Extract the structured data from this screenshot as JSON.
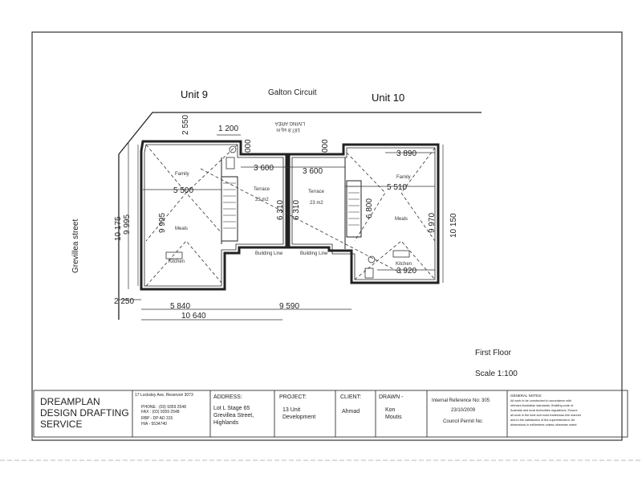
{
  "plan": {
    "unit_left": "Unit 9",
    "unit_right": "Unit 10",
    "street_top": "Galton Circuit",
    "street_side": "Grevillea street",
    "living_area": "LIVING AREA",
    "living_area_value": "187.8 sq.m",
    "floor": "First Floor",
    "scale": "Scale 1:100",
    "rooms": {
      "family_left": "Family",
      "meals_left": "Meals",
      "kitchen_left": "Kitchen",
      "terrace_left": "Terrace",
      "terrace_left_area": "23 m2",
      "terrace_right": "Terrace",
      "terrace_right_area": "23 m2",
      "family_right": "Family",
      "meals_right": "Meals",
      "kitchen_right": "Kitchen",
      "building_line_left": "Building Line",
      "building_line_right": "Building Line"
    },
    "dims": {
      "d2550": "2 550",
      "d1200": "1 200",
      "d3890": "3 890",
      "d3600a": "3 600",
      "d3600b": "3 600",
      "d5500": "5 500",
      "d5510": "5 510",
      "d10175": "10 175",
      "d9995a": "9 995",
      "d9995b": "9 995",
      "d6310a": "6 310",
      "d6310b": "6 310",
      "d6800": "6 800",
      "d9970": "9 970",
      "d10150": "10 150",
      "d3920": "3 920",
      "d2250": "2 250",
      "d5840": "5 840",
      "d9590": "9 590",
      "d10640": "10 640",
      "d000a": "000",
      "d000b": "000"
    }
  },
  "title_block": {
    "company": [
      "DREAMPLAN",
      "DESIGN DRAFTING",
      "SERVICE"
    ],
    "contact": [
      "17 Locksley Ave, Reservoir 3073",
      "PHONE : (03) 9359 2548",
      "FAX      : (03) 9359 2548",
      "RBP - DP AD 315",
      "HIA - 5534740"
    ],
    "address_label": "ADDRESS:",
    "address": [
      "Lot L Stage 65",
      "Grevillea Street,",
      "Highlands"
    ],
    "project_label": "PROJECT:",
    "project": [
      "13 Unit",
      "Development"
    ],
    "client_label": "CLIENT:",
    "client": "Ahmad",
    "drawn_label": "DRAWN -",
    "drawn": [
      "Kon",
      "Moutis"
    ],
    "reference": "Internal Reference No: 305",
    "date": "23/10/2009",
    "permit": "Council Permit No:",
    "notes_label": "GENERAL NOTES:",
    "notes": [
      "All work to be constructed in accordance with",
      "relevant Australian standards, Building code of",
      "Australia and local Authorities regulations. Ensure",
      "all work in the best and most tradesman-like manner",
      "and to the satisfaction of the superintendent. All",
      "dimensions in millimetres unless otherwise noted."
    ]
  }
}
